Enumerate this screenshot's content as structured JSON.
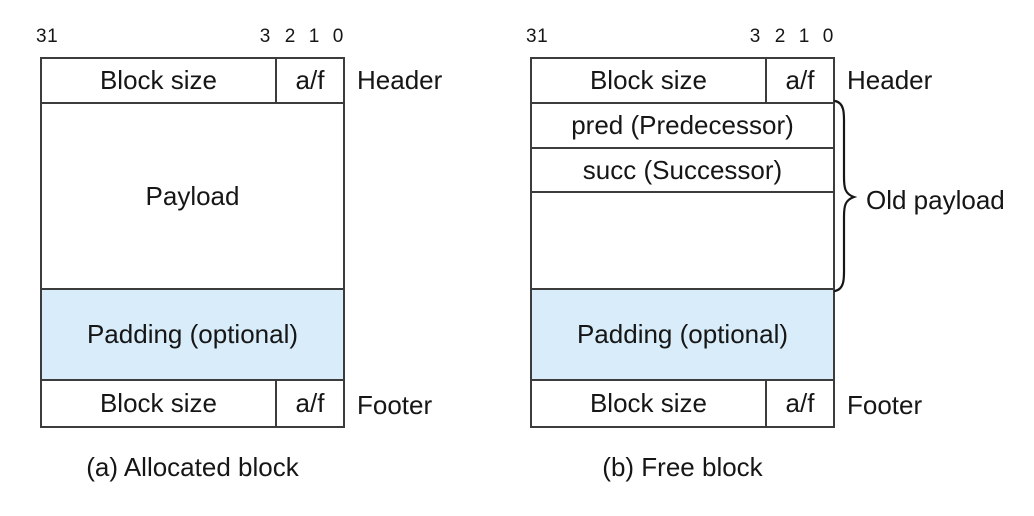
{
  "figure": {
    "bit_labels": {
      "msb": "31",
      "bits": [
        "3",
        "2",
        "1",
        "0"
      ]
    },
    "colors": {
      "padding_fill": "#d8ecf9",
      "line": "#3c3c3c",
      "text": "#161616"
    },
    "diagrams": [
      {
        "caption": "(a) Allocated block",
        "header": {
          "size_label": "Block size",
          "flag_label": "a/f",
          "side_label": "Header"
        },
        "payload_label": "Payload",
        "padding_label": "Padding (optional)",
        "footer": {
          "size_label": "Block size",
          "flag_label": "a/f",
          "side_label": "Footer"
        }
      },
      {
        "caption": "(b) Free block",
        "header": {
          "size_label": "Block size",
          "flag_label": "a/f",
          "side_label": "Header"
        },
        "pred_label": "pred (Predecessor)",
        "succ_label": "succ (Successor)",
        "brace_label": "Old payload",
        "padding_label": "Padding (optional)",
        "footer": {
          "size_label": "Block size",
          "flag_label": "a/f",
          "side_label": "Footer"
        }
      }
    ]
  }
}
